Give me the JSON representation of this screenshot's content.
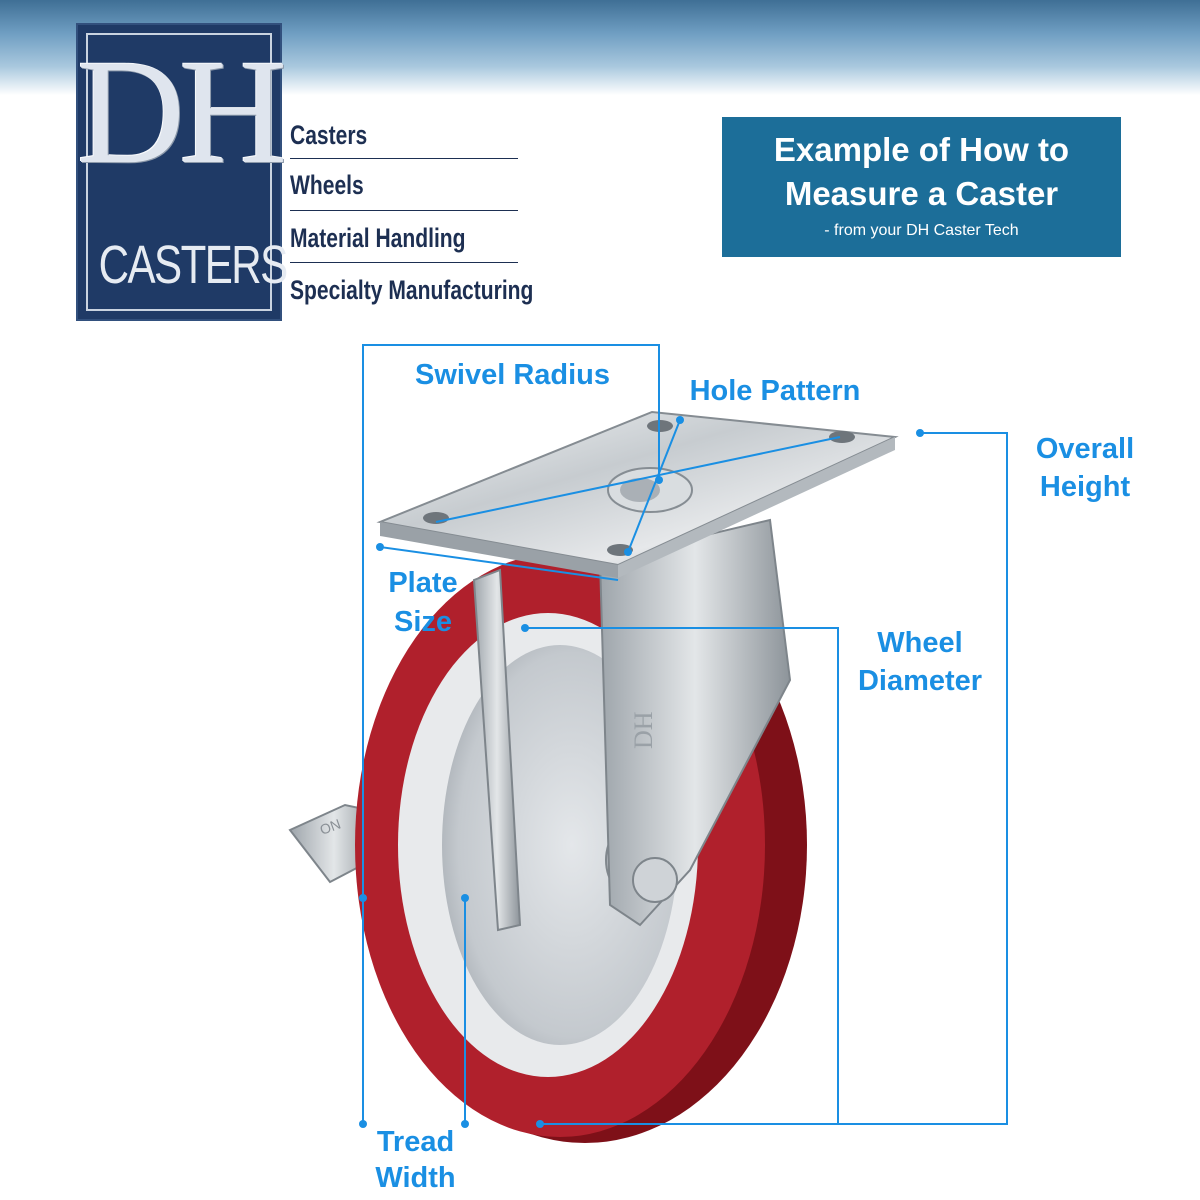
{
  "logo": {
    "mark": "DH",
    "wordmark": "CASTERS"
  },
  "taglines": [
    "Casters",
    "Wheels",
    "Material Handling",
    "Specialty Manufacturing"
  ],
  "title": {
    "line1": "Example of How to",
    "line2": "Measure a Caster",
    "line3": "- from your DH Caster Tech"
  },
  "labels": {
    "swivel_radius": "Swivel Radius",
    "hole_pattern": "Hole Pattern",
    "overall_height_1": "Overall",
    "overall_height_2": "Height",
    "plate_size_1": "Plate",
    "plate_size_2": "Size",
    "wheel_diameter_1": "Wheel",
    "wheel_diameter_2": "Diameter",
    "tread_width_1": "Tread",
    "tread_width_2": "Width"
  },
  "product_marks": {
    "fork": "DH",
    "brake": "ON"
  },
  "colors": {
    "accent_blue": "#1a8fe3",
    "title_bg": "#1c6e99",
    "logo_bg": "#1f3a66",
    "wheel_red": "#b0202c"
  }
}
